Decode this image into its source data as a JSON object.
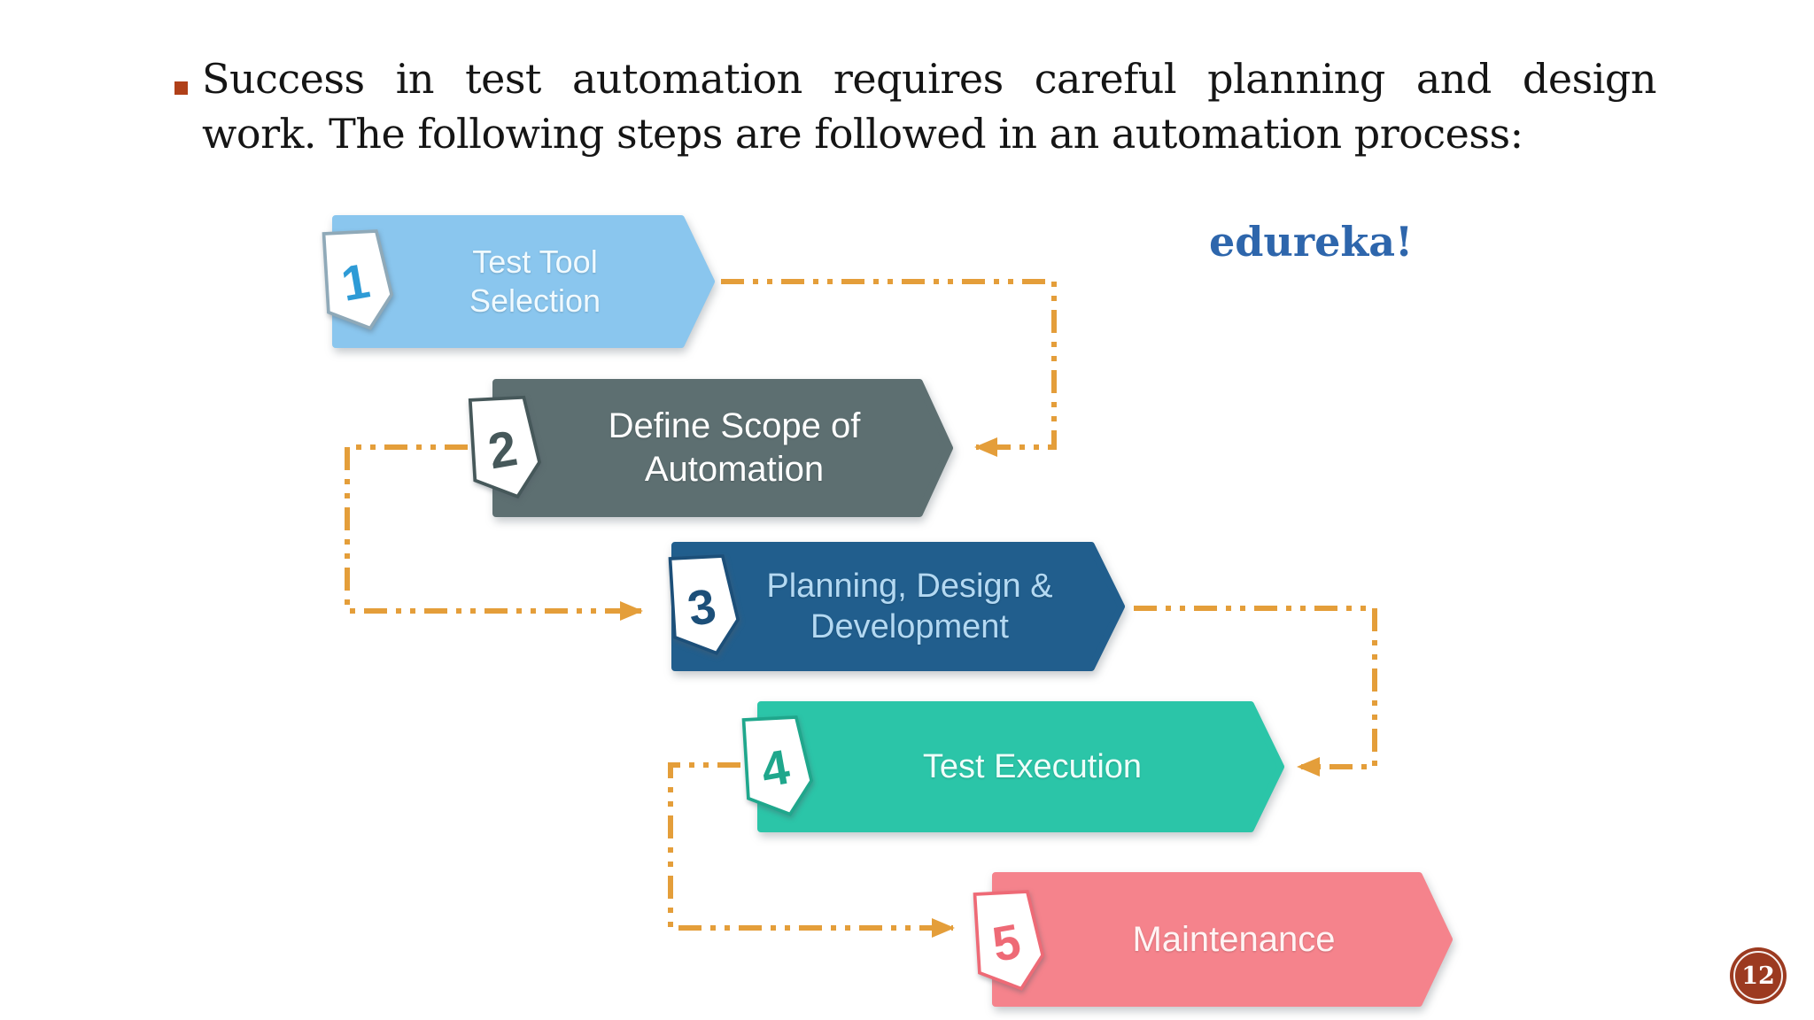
{
  "slide": {
    "heading_line1": "Success in test automation requires careful planning and design",
    "heading_line2": "work. The following steps are followed in an automation process:",
    "bullet_color": "#B04019",
    "heading_color": "#151515",
    "logo_text": "edureka!",
    "logo_color": "#2E66AC",
    "page_number": "12",
    "page_badge_color": "#9C3A20"
  },
  "diagram": {
    "connector_color": "#E49E3A",
    "steps": [
      {
        "number": "1",
        "label": "Test Tool Selection",
        "fill": "#8AC6EE",
        "text_color": "#F0FAFF",
        "accent": "#2E9BD6",
        "badge_border": "#8FA9B8"
      },
      {
        "number": "2",
        "label": "Define Scope of Automation",
        "fill": "#5D6F71",
        "text_color": "#FFFFFF",
        "accent": "#46585A",
        "badge_border": "#46585A"
      },
      {
        "number": "3",
        "label": "Planning, Design & Development",
        "fill": "#215E8D",
        "text_color": "#B4D9F2",
        "accent": "#1C4F79",
        "badge_border": "#1C4F79"
      },
      {
        "number": "4",
        "label": "Test Execution",
        "fill": "#2BC5A8",
        "text_color": "#EFFFFA",
        "accent": "#1FA78C",
        "badge_border": "#1FA78C"
      },
      {
        "number": "5",
        "label": "Maintenance",
        "fill": "#F5838C",
        "text_color": "#FFF4F4",
        "accent": "#EE6A76",
        "badge_border": "#EE6A76"
      }
    ]
  }
}
